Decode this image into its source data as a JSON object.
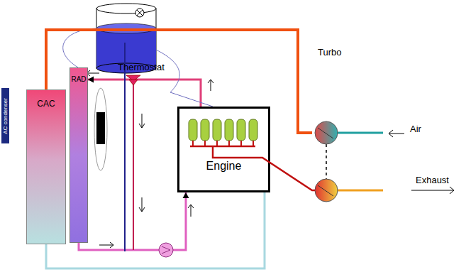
{
  "diagram": {
    "nodes": [
      {
        "text": [
          "AC condenser"
        ]
      },
      {
        "text": [
          "CAC"
        ]
      },
      {
        "text": [
          "RAD"
        ]
      },
      {
        "text": [
          "Engine"
        ]
      }
    ],
    "edges": [
      {
        "from": 3,
        "to": 2,
        "arrow": "to"
      },
      {
        "from": 2,
        "to": 3,
        "arrow": "to"
      },
      {
        "from": 1,
        "to": 3,
        "arrow": "none"
      }
    ],
    "labels": [
      "Thermostat",
      "Turbo",
      "Air",
      "Exhaust"
    ]
  }
}
